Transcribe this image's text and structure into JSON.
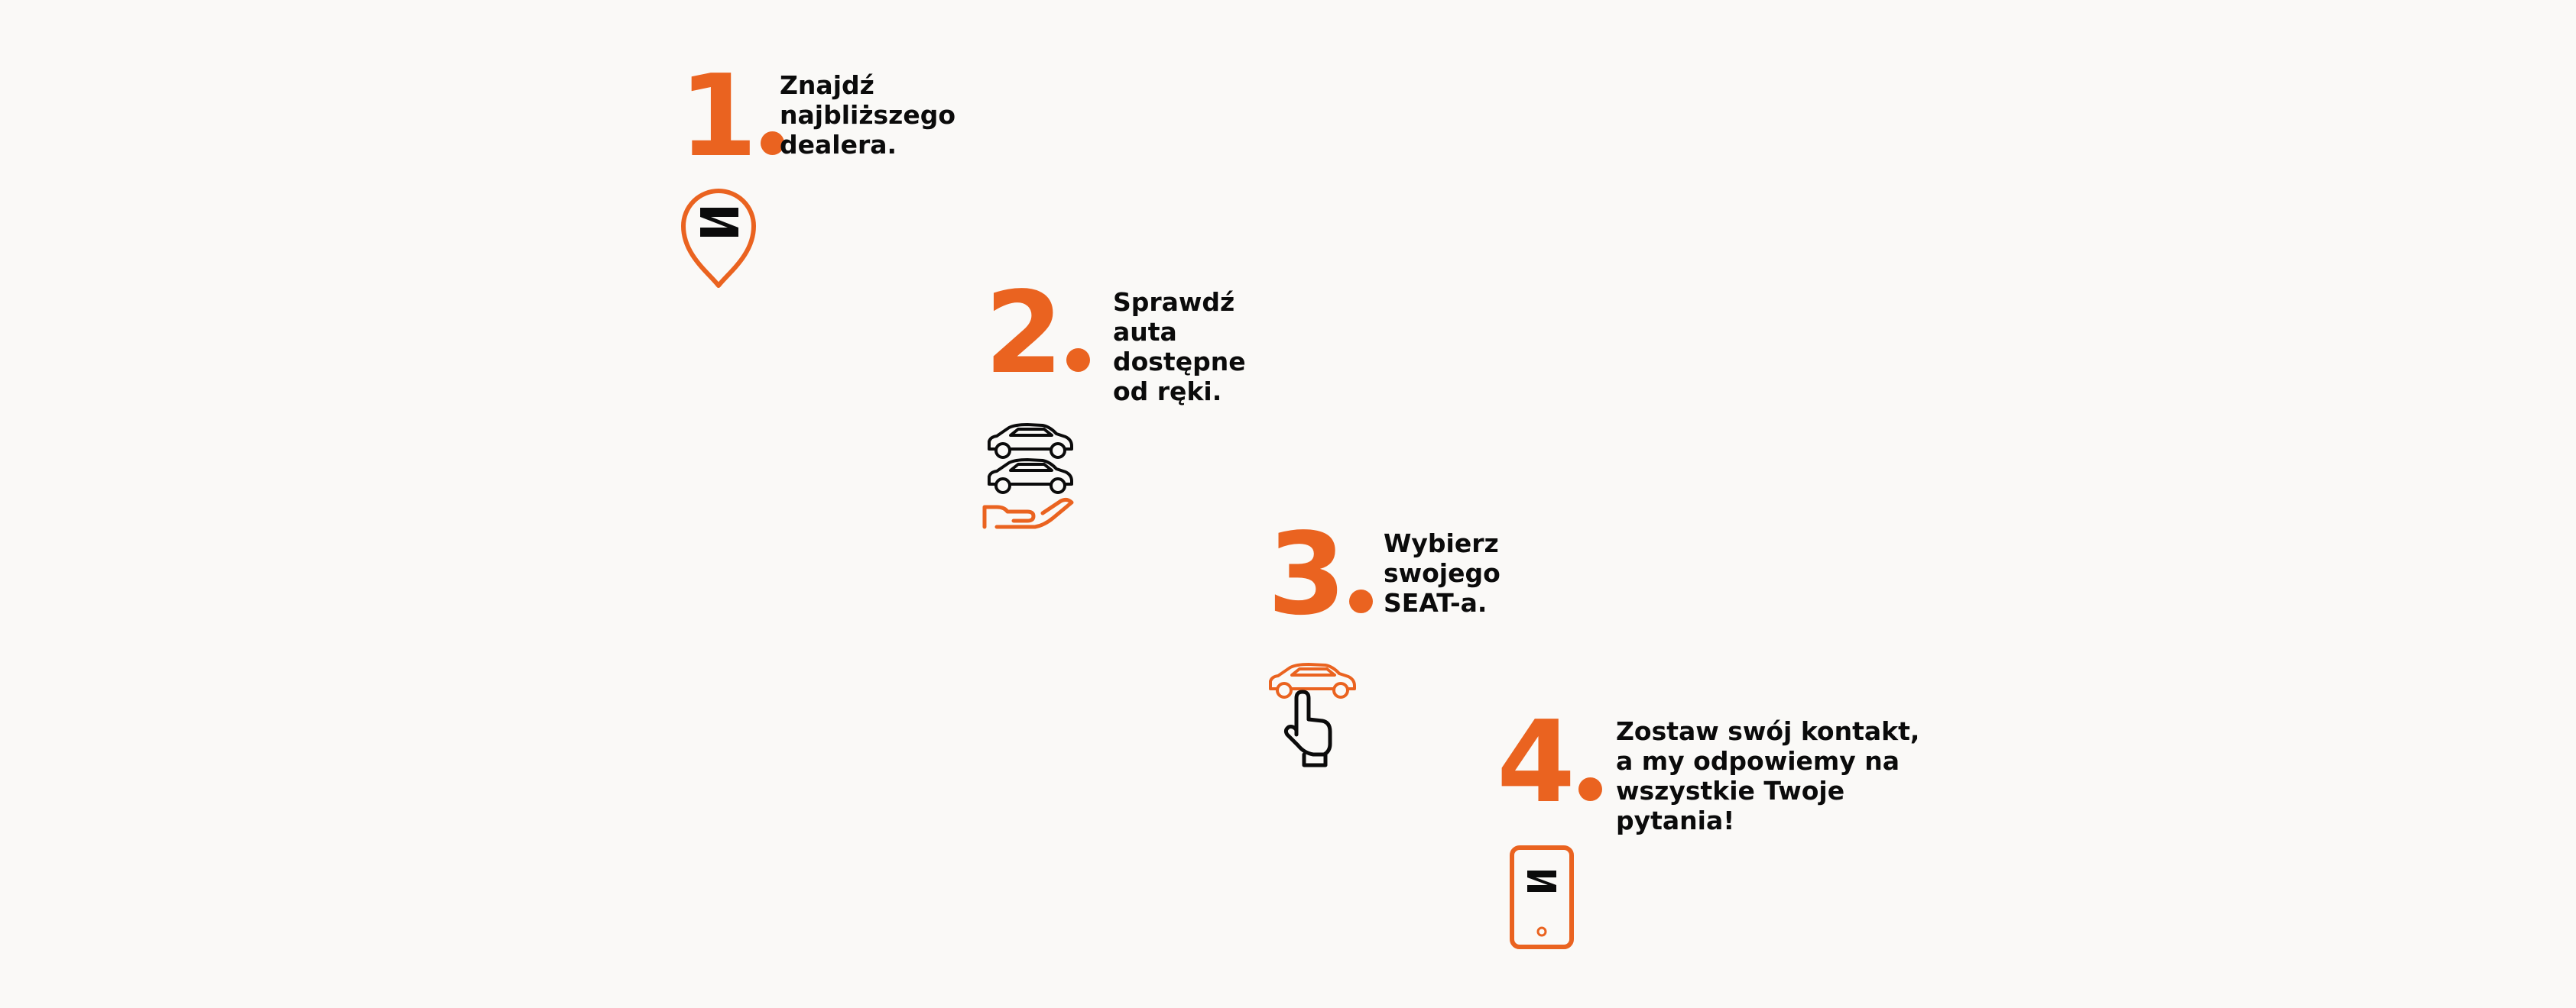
{
  "colors": {
    "accent": "#ea6320",
    "text": "#0b0b0b",
    "background": "#faf9f7"
  },
  "steps": [
    {
      "number": "1",
      "text": "Znajdź\nnajbliższego\ndealera.",
      "icon": "location-pin-seat-logo-icon"
    },
    {
      "number": "2",
      "text": "Sprawdź\nauta\ndostępne\nod ręki.",
      "icon": "cars-on-hand-icon"
    },
    {
      "number": "3",
      "text": "Wybierz\nswojego\nSEAT-a.",
      "icon": "car-finger-tap-icon"
    },
    {
      "number": "4",
      "text": "Zostaw swój kontakt,\na my odpowiemy na\nwszystkie Twoje\npytania!",
      "icon": "smartphone-seat-logo-icon"
    }
  ]
}
